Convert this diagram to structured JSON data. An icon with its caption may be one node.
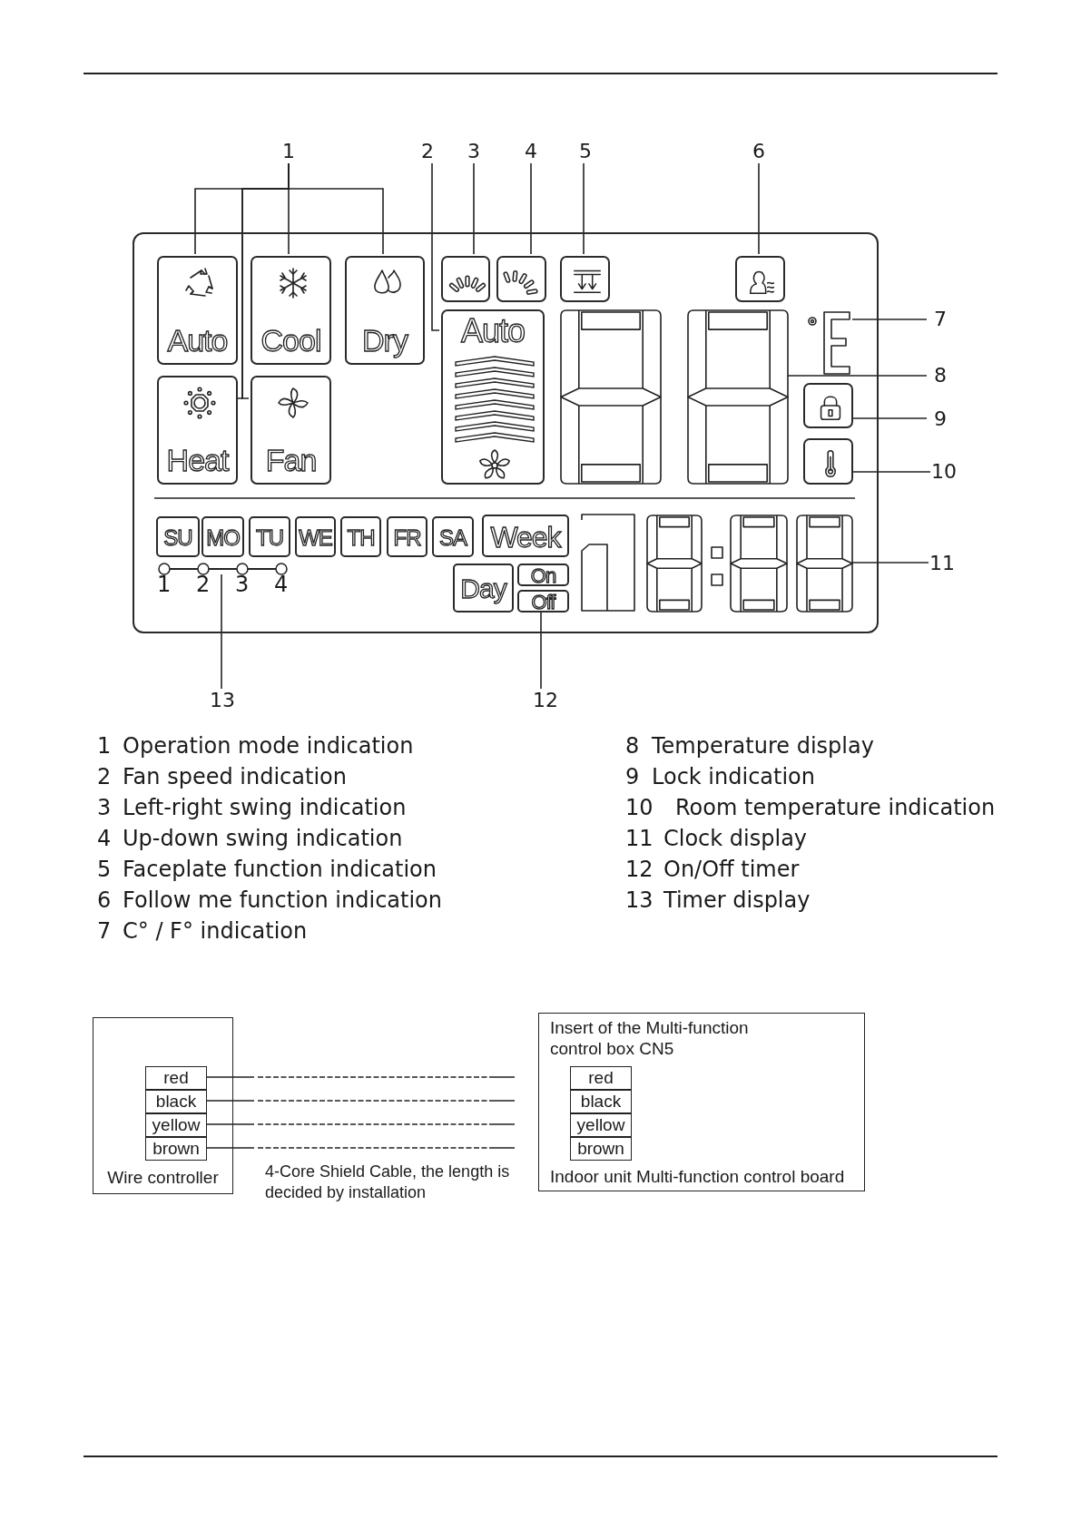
{
  "diagram": {
    "nodes": [
      {
        "text": [],
        "shape": "box"
      },
      {
        "text": [
          "Auto"
        ],
        "in": 0
      },
      {
        "text": [
          "Cool"
        ],
        "in": 0
      },
      {
        "text": [
          "Dry"
        ],
        "in": 0
      },
      {
        "text": [
          "Heat"
        ],
        "in": 0
      },
      {
        "text": [
          "Fan"
        ],
        "in": 0
      },
      {
        "text": [
          "Auto"
        ],
        "in": 0
      },
      {
        "text": [],
        "shape": "box",
        "in": 0
      },
      {
        "text": [],
        "shape": "box",
        "in": 0
      },
      {
        "text": [],
        "shape": "box",
        "in": 0
      },
      {
        "text": [],
        "shape": "box",
        "in": 0
      },
      {
        "text": [],
        "shape": "digits",
        "in": 0
      },
      {
        "text": [],
        "shape": "digits",
        "in": 0
      },
      {
        "text": [],
        "shape": "box",
        "in": 0
      },
      {
        "text": [],
        "shape": "box",
        "in": 0
      },
      {
        "text": [
          "SU"
        ],
        "in": 0
      },
      {
        "text": [
          "MO"
        ],
        "in": 0
      },
      {
        "text": [
          "TU"
        ],
        "in": 0
      },
      {
        "text": [
          "WE"
        ],
        "in": 0
      },
      {
        "text": [
          "TH"
        ],
        "in": 0
      },
      {
        "text": [
          "FR"
        ],
        "in": 0
      },
      {
        "text": [
          "SA"
        ],
        "in": 0
      },
      {
        "text": [
          "Week"
        ],
        "in": 0
      },
      {
        "text": [
          "Day"
        ],
        "in": 0
      },
      {
        "text": [
          "On"
        ],
        "in": 0
      },
      {
        "text": [
          "Off"
        ],
        "in": 0
      },
      {
        "text": [],
        "shape": "digits",
        "in": 0
      },
      {
        "text": [
          "1"
        ]
      },
      {
        "text": [
          "2"
        ]
      },
      {
        "text": [
          "3"
        ]
      },
      {
        "text": [
          "4"
        ]
      },
      {
        "text": [
          "5"
        ]
      },
      {
        "text": [
          "6"
        ]
      },
      {
        "text": [
          "7"
        ]
      },
      {
        "text": [
          "8"
        ]
      },
      {
        "text": [
          "9"
        ]
      },
      {
        "text": [
          "10"
        ]
      },
      {
        "text": [
          "11"
        ]
      },
      {
        "text": [
          "12"
        ]
      },
      {
        "text": [
          "13"
        ]
      },
      {
        "text": [
          "Wire controller"
        ]
      },
      {
        "text": [
          "red"
        ],
        "in": 40
      },
      {
        "text": [
          "black"
        ],
        "in": 40
      },
      {
        "text": [
          "yellow"
        ],
        "in": 40
      },
      {
        "text": [
          "brown"
        ],
        "in": 40
      },
      {
        "text": [
          "Insert of the Multi-function control box CN5",
          "Indoor unit Multi-function control board"
        ]
      },
      {
        "text": [
          "red"
        ],
        "in": 45
      },
      {
        "text": [
          "black"
        ],
        "in": 45
      },
      {
        "text": [
          "yellow"
        ],
        "in": 45
      },
      {
        "text": [
          "brown"
        ],
        "in": 45
      },
      {
        "text": [],
        "shape": "dots",
        "in": 0
      }
    ],
    "edges": [
      {
        "from": 27,
        "to": 1,
        "arrow": "none"
      },
      {
        "from": 27,
        "to": 2,
        "arrow": "none"
      },
      {
        "from": 27,
        "to": 3,
        "arrow": "none"
      },
      {
        "from": 27,
        "to": 4,
        "arrow": "none"
      },
      {
        "from": 27,
        "to": 5,
        "arrow": "none"
      },
      {
        "from": 28,
        "to": 6,
        "arrow": "none"
      },
      {
        "from": 29,
        "to": 7,
        "arrow": "none"
      },
      {
        "from": 30,
        "to": 8,
        "arrow": "none"
      },
      {
        "from": 31,
        "to": 9,
        "arrow": "none"
      },
      {
        "from": 32,
        "to": 10,
        "arrow": "none"
      },
      {
        "from": 33,
        "to": 12,
        "arrow": "none"
      },
      {
        "from": 34,
        "to": 11,
        "arrow": "none"
      },
      {
        "from": 35,
        "to": 13,
        "arrow": "none"
      },
      {
        "from": 36,
        "to": 14,
        "arrow": "none"
      },
      {
        "from": 37,
        "to": 26,
        "arrow": "none"
      },
      {
        "from": 38,
        "to": 25,
        "arrow": "none"
      },
      {
        "from": 39,
        "to": 50,
        "arrow": "none"
      },
      {
        "from": 41,
        "to": 46,
        "arrow": "none",
        "style": "dashed"
      },
      {
        "from": 42,
        "to": 47,
        "arrow": "none",
        "style": "dashed"
      },
      {
        "from": 43,
        "to": 48,
        "arrow": "none",
        "style": "dashed"
      },
      {
        "from": 44,
        "to": 49,
        "arrow": "none",
        "style": "dashed"
      }
    ],
    "labels": [
      "1",
      "2",
      "3",
      "4",
      "1",
      "Operation mode indication",
      "2",
      "Fan speed indication",
      "3",
      "Left-right swing indication",
      "4",
      "Up-down swing indication",
      "5",
      "Faceplate function indication",
      "6",
      "Follow me function indication",
      "7",
      "C° / F° indication",
      "8",
      "Temperature display",
      "9",
      "Lock indication",
      "10",
      "Room temperature indication",
      "11",
      "Clock display",
      "12",
      "On/Off timer",
      "13",
      "Timer display",
      "4-Core Shield Cable, the length is decided by installation"
    ]
  }
}
